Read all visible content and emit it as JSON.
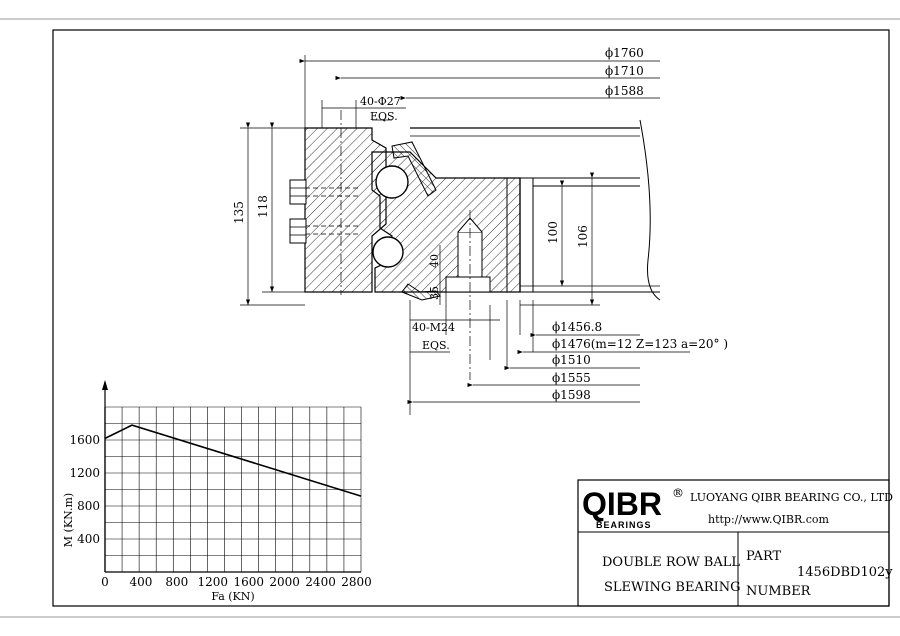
{
  "dimensions": {
    "od_outer": "ϕ1760",
    "bolt_circle_outer": "ϕ1710",
    "id_outer": "ϕ1588",
    "outer_holes": "40-Φ27",
    "outer_holes_eqs": "EQS.",
    "height_total": "135",
    "height_outer": "118",
    "height_inner": "100",
    "height_gear": "106",
    "tooth_depth": "40",
    "small_35": "35",
    "inner_holes": "40-M24",
    "inner_holes_eqs": "EQS.",
    "d_14568": "ϕ1456.8",
    "gear": "ϕ1476(m=12 Z=123 a=20° )",
    "d_1510": "ϕ1510",
    "d_1555": "ϕ1555",
    "d_1598": "ϕ1598"
  },
  "chart_data": {
    "type": "line",
    "x": [
      0,
      300,
      2850
    ],
    "y": [
      1620,
      1780,
      920
    ],
    "xlabel": "Fa (KN)",
    "ylabel": "M (KN.m)",
    "xticks": [
      "0",
      "400",
      "800",
      "1200",
      "1600",
      "2000",
      "2400",
      "2800"
    ],
    "yticks": [
      "400",
      "800",
      "1200",
      "1600"
    ],
    "xlim": [
      0,
      2850
    ],
    "ylim": [
      0,
      2000
    ],
    "grid": true
  },
  "title_block": {
    "logo": "QIBR",
    "logo_sub": "BEARINGS",
    "registered": "®",
    "company": "LUOYANG QIBR BEARING CO., LTD",
    "website": "http://www.QIBR.com",
    "product_line1": "DOUBLE ROW BALL",
    "product_line2": "SLEWING BEARING",
    "part_label1": "PART",
    "part_label2": "NUMBER",
    "part_number": "1456DBD102y"
  }
}
